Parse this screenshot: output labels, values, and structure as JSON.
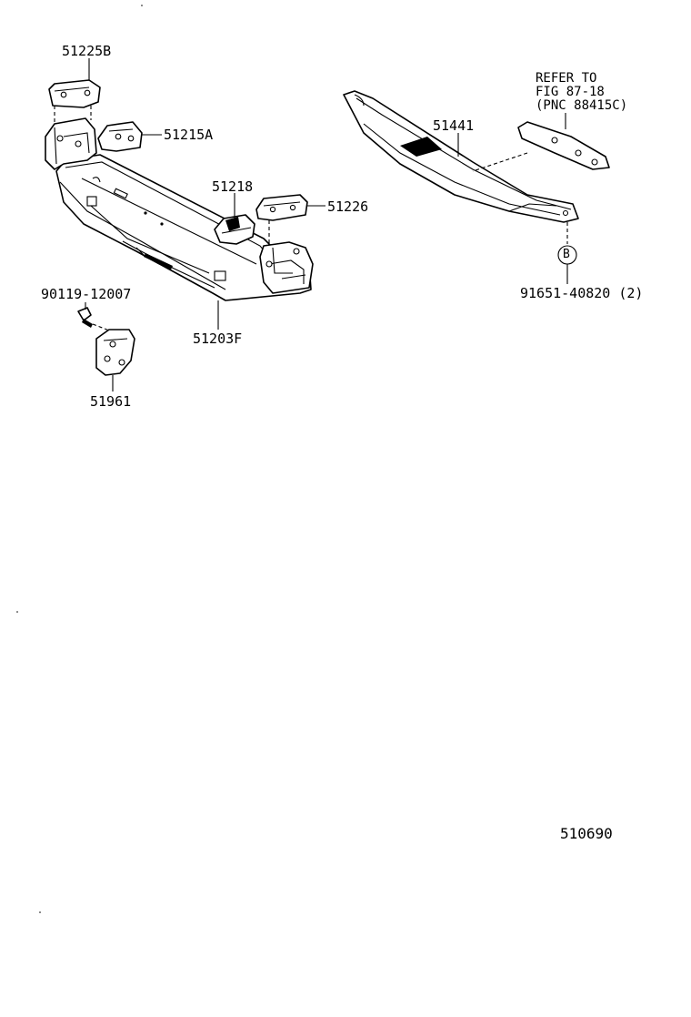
{
  "parts": {
    "p51225B": "51225B",
    "p51215A": "51215A",
    "p51218": "51218",
    "p51226": "51226",
    "p90119": "90119-12007",
    "p51203F": "51203F",
    "p51961": "51961",
    "p51441": "51441",
    "p91651": "91651-40820 (2)"
  },
  "reference": {
    "line1": "REFER TO",
    "line2": "FIG 87-18",
    "line3": "(PNC 88415C)"
  },
  "callout_letter": "B",
  "diagram_number": "510690"
}
